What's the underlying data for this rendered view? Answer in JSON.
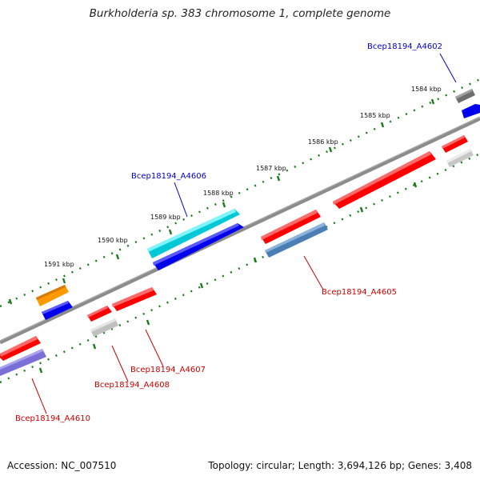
{
  "title": "Burkholderia sp. 383 chromosome 1, complete genome",
  "footer": {
    "accession": "Accession: NC_007510",
    "summary": "Topology: circular; Length: 3,694,126 bp; Genes: 3,408"
  },
  "ticks": [
    "1584 kbp",
    "1585 kbp",
    "1586 kbp",
    "1587 kbp",
    "1588 kbp",
    "1589 kbp",
    "1590 kbp",
    "1591 kbp"
  ],
  "labels": {
    "a4602": "Bcep18194_A4602",
    "a4606": "Bcep18194_A4606",
    "a4605": "Bcep18194_A4605",
    "a4607": "Bcep18194_A4607",
    "a4608": "Bcep18194_A4608",
    "a4610": "Bcep18194_A4610"
  },
  "colors": {
    "forward_label": "#0000cc",
    "reverse_label": "#cc0000",
    "backbone": "#808080",
    "tick": "#1a7a1a",
    "red": "#ff0000",
    "blue": "#0000ee",
    "cyan": "#00e5ee",
    "orange": "#ff9900",
    "gray": "#c8c8c8",
    "darkgray": "#707070",
    "steelblue": "#4a7fb5",
    "slateblue": "#7a6fd6"
  }
}
